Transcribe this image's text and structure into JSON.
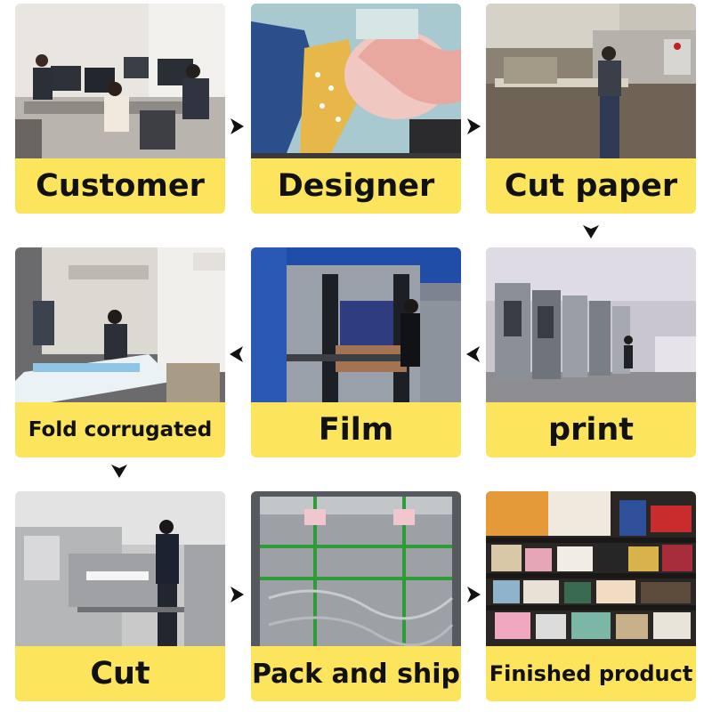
{
  "colors": {
    "label_background": "#fce55c",
    "label_text": "#111111",
    "arrow": "#111111"
  },
  "steps": [
    {
      "label": "Customer",
      "photo": "office-workers-at-computers-photo"
    },
    {
      "label": "Designer",
      "photo": "design-on-monitor-photo"
    },
    {
      "label": "Cut paper",
      "photo": "paper-cutting-machine-photo"
    },
    {
      "label": "print",
      "photo": "printing-press-line-photo"
    },
    {
      "label": "Film",
      "photo": "film-laminating-machine-photo"
    },
    {
      "label": "Fold corrugated",
      "photo": "corrugated-folding-machine-photo"
    },
    {
      "label": "Cut",
      "photo": "die-cutting-machine-photo"
    },
    {
      "label": "Pack and ship",
      "photo": "wrapped-pallet-photo"
    },
    {
      "label": "Finished product",
      "photo": "product-display-shelves-photo"
    }
  ],
  "arrows": [
    "right-arrow-icon",
    "right-arrow-icon",
    "down-arrow-icon",
    "left-arrow-icon",
    "left-arrow-icon",
    "down-arrow-icon",
    "right-arrow-icon",
    "right-arrow-icon"
  ]
}
